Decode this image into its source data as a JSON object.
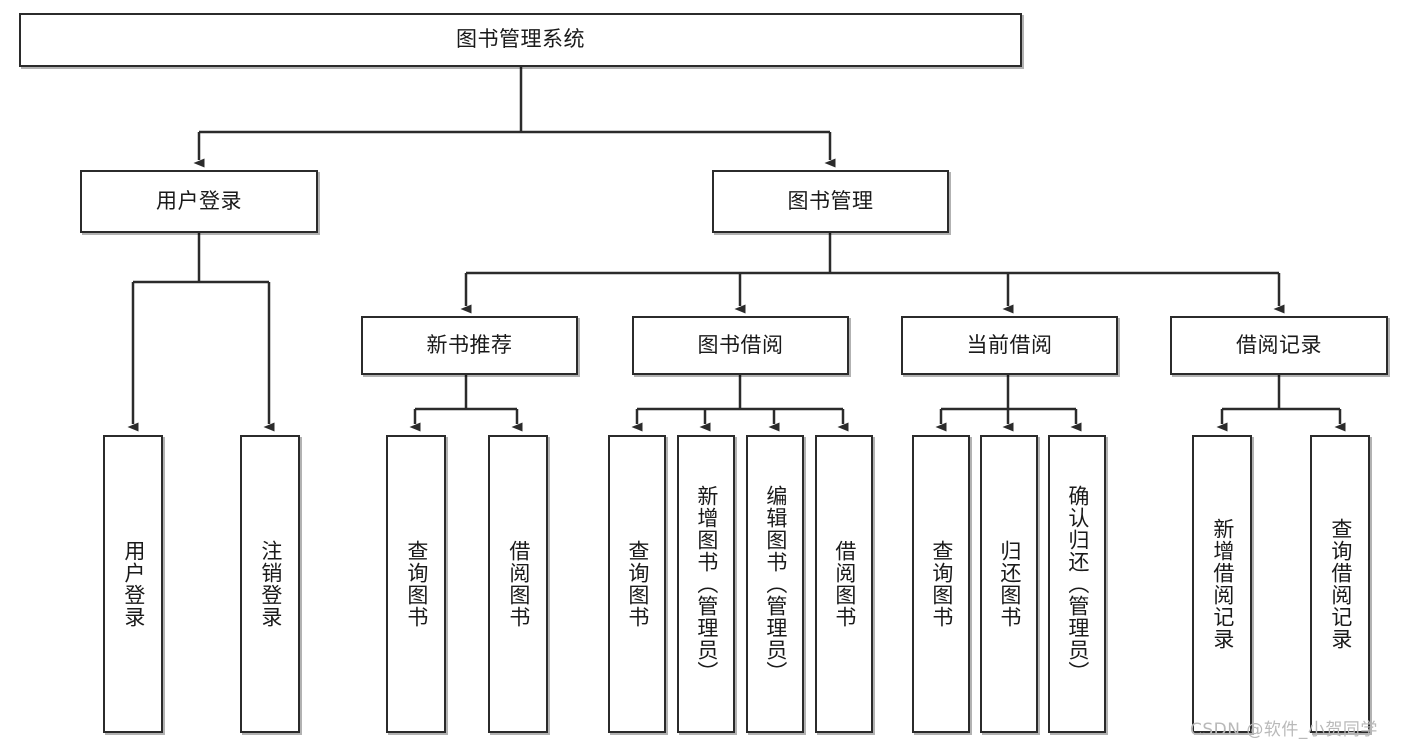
{
  "diagram": {
    "title": "图书管理系统",
    "type": "tree-hierarchy-diagram",
    "root": {
      "label": "图书管理系统"
    },
    "level2": [
      {
        "label": "用户登录"
      },
      {
        "label": "图书管理"
      }
    ],
    "level3": [
      {
        "label": "新书推荐"
      },
      {
        "label": "图书借阅"
      },
      {
        "label": "当前借阅"
      },
      {
        "label": "借阅记录"
      }
    ],
    "leaves": [
      {
        "label": "用户登录"
      },
      {
        "label": "注销登录"
      },
      {
        "label": "查询图书"
      },
      {
        "label": "借阅图书"
      },
      {
        "label": "查询图书"
      },
      {
        "label": "新增图书（管理员）"
      },
      {
        "label": "编辑图书（管理员）"
      },
      {
        "label": "借阅图书"
      },
      {
        "label": "查询图书"
      },
      {
        "label": "归还图书"
      },
      {
        "label": "确认归还（管理员）"
      },
      {
        "label": "新增借阅记录"
      },
      {
        "label": "查询借阅记录"
      }
    ]
  },
  "watermark": {
    "text": "CSDN @软件_小贺同学"
  },
  "colors": {
    "stroke": "#2b2b2b",
    "background": "#ffffff",
    "text": "#1a1a1a",
    "watermark": "#b9b9b9"
  }
}
